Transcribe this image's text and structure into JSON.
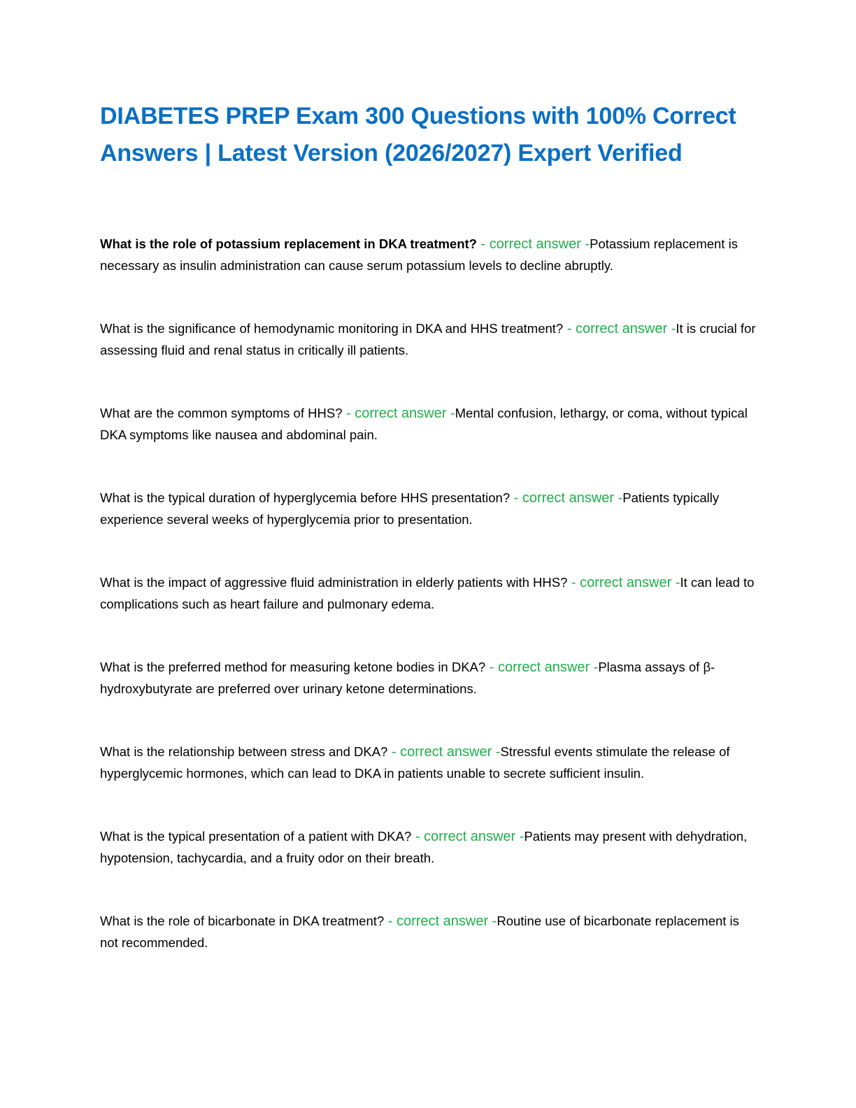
{
  "document": {
    "title": "DIABETES PREP Exam 300 Questions with 100% Correct Answers | Latest Version (2026/2027) Expert Verified",
    "separator": " - correct answer -",
    "items": [
      {
        "question": "What is the role of potassium replacement in DKA treatment?",
        "answer": "Potassium replacement is necessary as insulin administration can cause serum potassium levels to decline abruptly."
      },
      {
        "question": "What is the significance of hemodynamic monitoring in DKA and HHS treatment?",
        "answer": "It is crucial for assessing fluid and renal status in critically ill patients."
      },
      {
        "question": "What are the common symptoms of HHS?",
        "answer": "Mental confusion, lethargy, or coma, without typical DKA symptoms like nausea and abdominal pain."
      },
      {
        "question": "What is the typical duration of hyperglycemia before HHS presentation?",
        "answer": "Patients typically experience several weeks of hyperglycemia prior to presentation."
      },
      {
        "question": "What is the impact of aggressive fluid administration in elderly patients with HHS?",
        "answer": "It can lead to complications such as heart failure and pulmonary edema."
      },
      {
        "question": "What is the preferred method for measuring ketone bodies in DKA?",
        "answer": "Plasma assays of β-hydroxybutyrate are preferred over urinary ketone determinations."
      },
      {
        "question": "What is the relationship between stress and DKA?",
        "answer": "Stressful events stimulate the release of hyperglycemic hormones, which can lead to DKA in patients unable to secrete sufficient insulin."
      },
      {
        "question": "What is the typical presentation of a patient with DKA?",
        "answer": "Patients may present with dehydration, hypotension, tachycardia, and a fruity odor on their breath."
      },
      {
        "question": "What is the role of bicarbonate in DKA treatment?",
        "answer": "Routine use of bicarbonate replacement is not recommended."
      }
    ]
  }
}
